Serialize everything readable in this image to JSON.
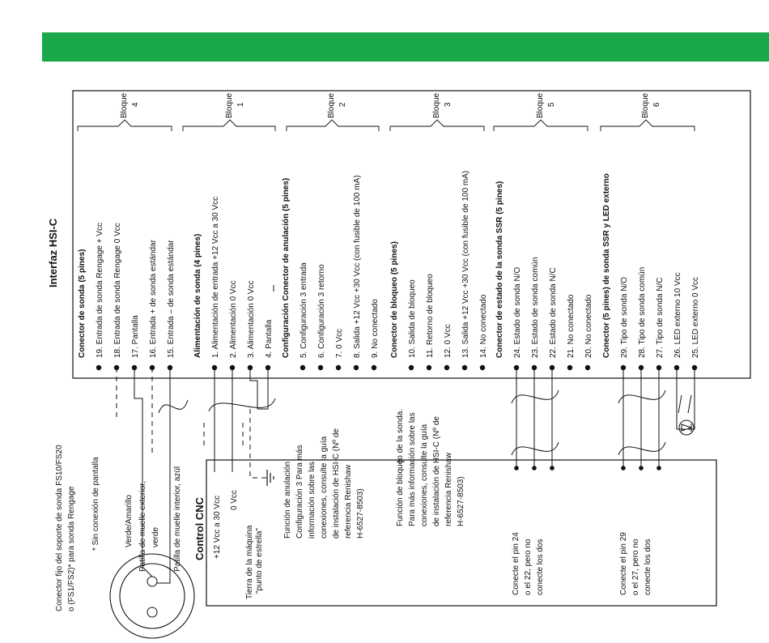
{
  "colors": {
    "banner": "#1aa84a",
    "line": "#111111"
  },
  "title": "Interfaz HSI-C",
  "blocks": [
    {
      "label": "Bloque",
      "number": "4",
      "heading": "Conector de sonda (5 pines)",
      "pins": [
        "19. Entrada de sonda Rengage + Vcc",
        "18. Entrada de sonda Rengage 0 Vcc",
        "17. Pantalla",
        "16. Entrada + de sonda estándar",
        "15. Entrada – de sonda estándar"
      ]
    },
    {
      "label": "Bloque",
      "number": "1",
      "heading": "Alimentación de sonda (4 pines)",
      "pins": [
        "1. Alimentación de entrada +12 Vcc a 30 Vcc",
        "2. Alimentación 0 Vcc",
        "3. Alimentación 0 Vcc",
        "4. Pantalla"
      ]
    },
    {
      "label": "Bloque",
      "number": "2",
      "heading": "Configuración Conector de anulación (5 pines)",
      "pins": [
        "5. Configuración 3 entrada",
        "6. Configuración 3 retorno",
        "7. 0 Vcc",
        "8. Salida +12 Vcc +30 Vcc  (con fusible de 100 mA)",
        "9. No conectado"
      ]
    },
    {
      "label": "Bloque",
      "number": "3",
      "heading": "Conector de bloqueo (5 pines)",
      "pins": [
        "10. Salida de bloqueo",
        "11. Retorno de bloqueo",
        "12. 0 Vcc",
        "13. Salida +12 Vcc +30 Vcc (con fusible de 100 mA)",
        "14. No conectado"
      ]
    },
    {
      "label": "Bloque",
      "number": "5",
      "heading": "Conector de estado de la sonda SSR (5 pines)",
      "pins": [
        "24. Estado de sonda N/O",
        "23. Estado de sonda común",
        "22. Estado de sonda N/C",
        "21. No conectado",
        "20. No conectado"
      ]
    },
    {
      "label": "Bloque",
      "number": "6",
      "heading": "Conector (5 pines) de sonda SSR y LED externo",
      "pins": [
        "29. Tipo de sonda N/O",
        "28. Tipo de sonda común",
        "27. Tipo de sonda N/C",
        "26. LED externo 10 Vcc",
        "25. LED externo 0 Vcc"
      ]
    }
  ],
  "connector": {
    "title_lines": [
      "Conector fijo del soporte de sonda FS10/FS20",
      "o (FS1/FS2)* para sonda Rengage"
    ],
    "footnote": "*  Sin conexión de pantalla",
    "wires": [
      "Verde/Amarillo",
      "Patilla de muelle exterior,",
      "verde",
      "Patilla de muelle interior, azül"
    ]
  },
  "cnc": {
    "title": "Control CNC",
    "power": "+12 Vcc a 30 Vcc",
    "zero": "0 Vcc",
    "ground_lines": [
      "Tierra de la máquina",
      "\"punto de estrella\""
    ]
  },
  "notes": {
    "override": [
      "Función de anulación",
      "Configuración 3 Para más",
      "información sobre las",
      "conexiones, consulte la guía",
      "de instalación de HSI-C (Nº de",
      "referencia Renishaw",
      "H-6527-8503)"
    ],
    "lock": [
      "Función de bloqueo de la sonda.",
      "Para más información sobre las",
      "conexiones, consulte la guía",
      "de instalación de HSI-C (Nº de",
      "referencia Renishaw",
      "H-6527-8503)"
    ],
    "pin24": [
      "Conecte el pin 24",
      "o el 22, pero no",
      "conecte los dos"
    ],
    "pin29": [
      "Conecte el pin 29",
      "o el 27, pero no",
      "conecte los dos"
    ]
  }
}
